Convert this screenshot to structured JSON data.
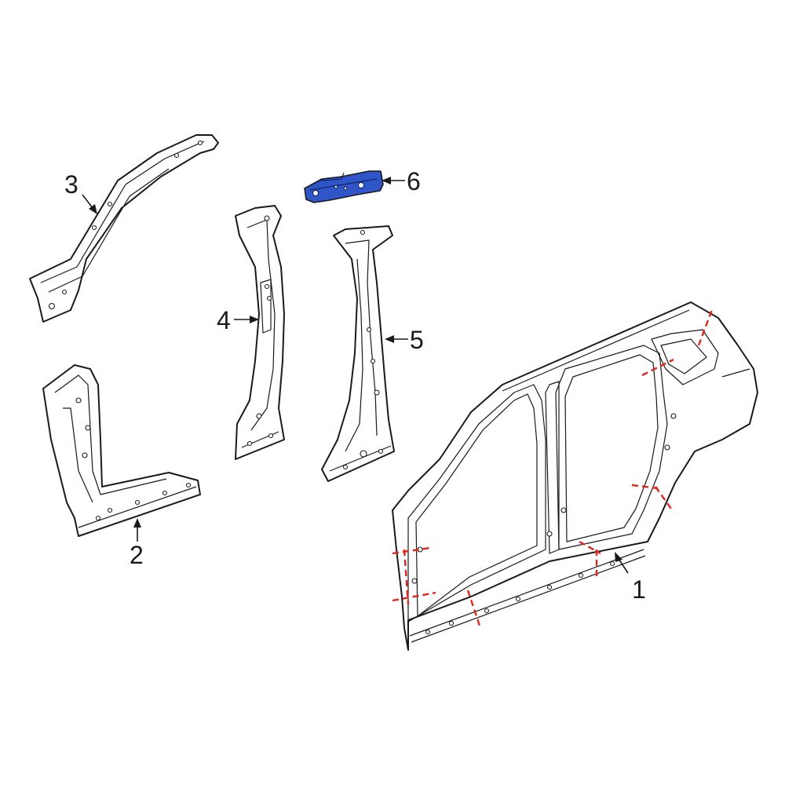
{
  "callouts": [
    {
      "id": "1",
      "label": "1"
    },
    {
      "id": "2",
      "label": "2"
    },
    {
      "id": "3",
      "label": "3"
    },
    {
      "id": "4",
      "label": "4"
    },
    {
      "id": "5",
      "label": "5"
    },
    {
      "id": "6",
      "label": "6"
    }
  ],
  "colors": {
    "line": "#1a1a1a",
    "highlight_part": "#2f55c8",
    "cut_marker": "#e0251b",
    "background": "#ffffff"
  },
  "highlighted_part": "6"
}
